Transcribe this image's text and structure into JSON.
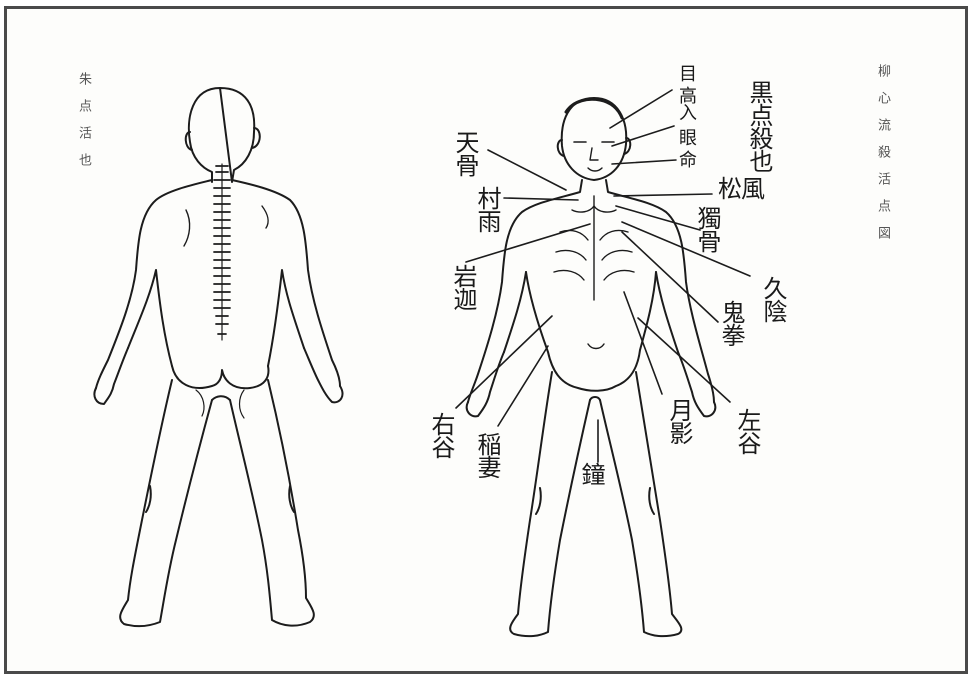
{
  "side_notes": {
    "left": "朱点活也",
    "right": "柳心流殺活点図"
  },
  "labels": {
    "kokuten": "黒点殺也",
    "me_taka_jin_gan_mei": [
      "目",
      "高入",
      "眼",
      "命"
    ],
    "tenkotsu": "天骨",
    "sonu": "村雨",
    "matsukaze": "松風",
    "dokkotsu": "獨骨",
    "kyuin": "久陰",
    "ganka": "岩迦",
    "kiken": "鬼拳",
    "ukoku": "右谷",
    "inazuma": "稲妻",
    "tsukikage": "月影",
    "sakoku": "左谷",
    "kane": "鐘"
  }
}
